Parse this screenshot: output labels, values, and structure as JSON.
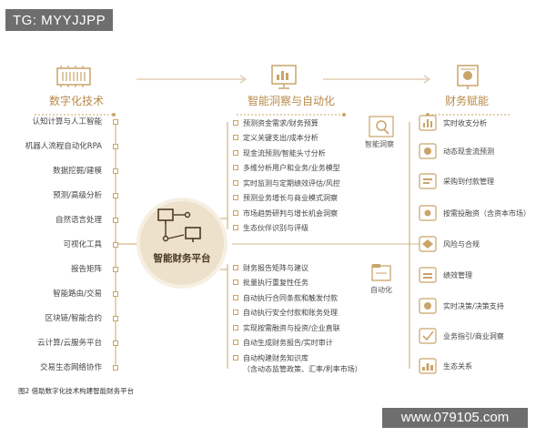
{
  "watermarks": {
    "top_left": "TG: MYYJJPP",
    "bottom_right": "www.079105.com"
  },
  "columns": {
    "left_title": "数字化技术",
    "mid_title": "智能洞察与自动化",
    "right_title": "财务赋能"
  },
  "hub": {
    "title": "智能财务平台"
  },
  "left_items": [
    "认知计算与人工智能",
    "机器人流程自动化RPA",
    "数据挖掘/建模",
    "预测/高级分析",
    "自然语言处理",
    "可视化工具",
    "报告矩阵",
    "智能路由/交易",
    "区块链/智能合约",
    "云计算/云服务平台",
    "交易生态网络协作"
  ],
  "insight_label": "智能洞察",
  "insight_items": [
    "预测资金需求/财务预算",
    "定义关键支出/成本分析",
    "现金流预测/智能头寸分析",
    "多维分析用户和业务/业务模型",
    "实时监测与定期绩效评估/风控",
    "预测业务增长与商业模式洞察",
    "市场趋势研判与增长机会洞察",
    "生态伙伴识别与评级"
  ],
  "automation_label": "自动化",
  "automation_items": [
    "财务报告矩阵与建议",
    "批量执行重复性任务",
    "自动执行合同条款和触发付款",
    "自动执行安全付款和账务处理",
    "实现按需融资与投资/企业直联",
    "自动生成财务报告/实时审计",
    "自动构建财务知识库",
    "（含动态监管政策、汇率/利率市场）"
  ],
  "right_items": [
    {
      "label": "实时收支分析",
      "icon": "bar-chart-icon"
    },
    {
      "label": "动态现金流预测",
      "icon": "cashflow-icon"
    },
    {
      "label": "采购到付款管理",
      "icon": "purchase-icon"
    },
    {
      "label": "按需投融资（含资本市场）",
      "icon": "finance-icon"
    },
    {
      "label": "风险与合规",
      "icon": "risk-icon"
    },
    {
      "label": "绩效管理",
      "icon": "performance-icon"
    },
    {
      "label": "实时决策/决策支持",
      "icon": "decision-icon"
    },
    {
      "label": "业务指引/商业洞察",
      "icon": "insight-icon"
    },
    {
      "label": "生态关系",
      "icon": "ecosystem-icon"
    }
  ],
  "caption": "图2  借助数字化技术构建智能财务平台",
  "colors": {
    "accent": "#c9a46a",
    "title": "#b98a4a",
    "hub": "#ede1cc"
  }
}
